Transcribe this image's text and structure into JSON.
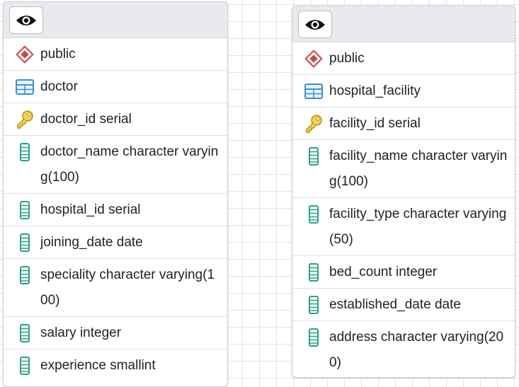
{
  "left_table": {
    "eye_icon": "eye-icon",
    "schema": "public",
    "name": "doctor",
    "primary_key": "doctor_id serial",
    "columns": [
      {
        "text": "doctor_name character varying(100)"
      },
      {
        "text": "hospital_id serial"
      },
      {
        "text": "joining_date date"
      },
      {
        "text": "speciality character varying(100)"
      },
      {
        "text": "salary integer"
      },
      {
        "text": "experience smallint"
      }
    ]
  },
  "right_table": {
    "eye_icon": "eye-icon",
    "schema": "public",
    "name": "hospital_facility",
    "primary_key": "facility_id serial",
    "columns": [
      {
        "text": "facility_name character varying(100)"
      },
      {
        "text": "facility_type character varying(50)"
      },
      {
        "text": "bed_count integer"
      },
      {
        "text": "established_date date"
      },
      {
        "text": "address character varying(200)"
      }
    ]
  },
  "colors": {
    "schema_icon": "#c9473f",
    "table_icon": "#3b8ed8",
    "key_icon": "#e5b82a",
    "column_icon": "#26a386",
    "text": "#222222"
  }
}
